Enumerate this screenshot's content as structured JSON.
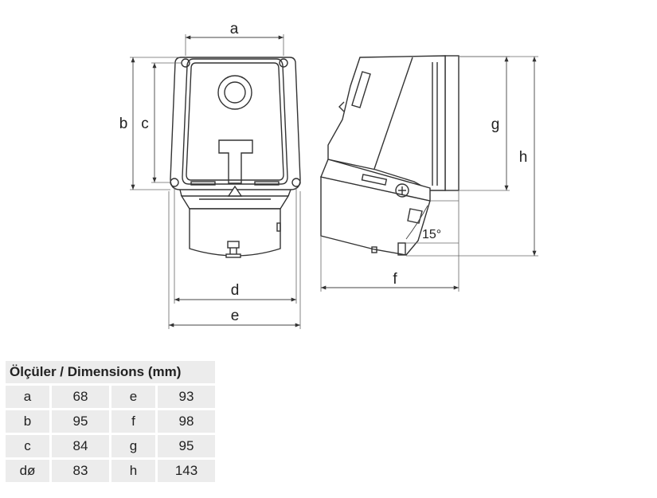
{
  "labels": {
    "a": "a",
    "b": "b",
    "c": "c",
    "d": "d",
    "e": "e",
    "f": "f",
    "g": "g",
    "h": "h",
    "angle": "15°"
  },
  "table": {
    "title": "Ölçüler / Dimensions (mm)",
    "rows": [
      {
        "k1": "a",
        "v1": "68",
        "k2": "e",
        "v2": "93"
      },
      {
        "k1": "b",
        "v1": "95",
        "k2": "f",
        "v2": "98"
      },
      {
        "k1": "c",
        "v1": "84",
        "k2": "g",
        "v2": "95"
      },
      {
        "k1": "dø",
        "v1": "83",
        "k2": "h",
        "v2": "143"
      }
    ]
  }
}
